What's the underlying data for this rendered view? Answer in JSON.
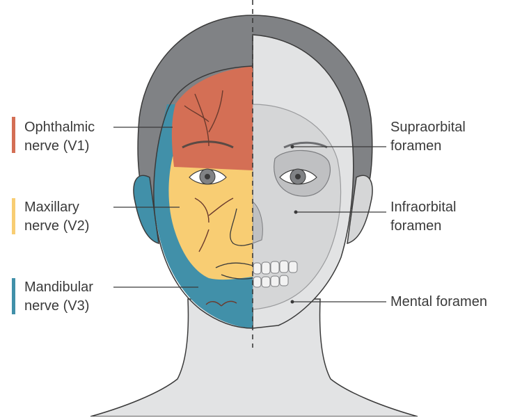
{
  "colors": {
    "ophthalmic": "#d46f55",
    "maxillary": "#f8cd73",
    "mandibular": "#4190a9",
    "hair": "#808285",
    "skin": "#e2e3e4",
    "skull": "#d5d6d7",
    "outline": "#3a3a3a"
  },
  "left_labels": {
    "ophthalmic": {
      "line1": "Ophthalmic",
      "line2": "nerve (V1)"
    },
    "maxillary": {
      "line1": "Maxillary",
      "line2": "nerve (V2)"
    },
    "mandibular": {
      "line1": "Mandibular",
      "line2": "nerve (V3)"
    }
  },
  "right_labels": {
    "supraorbital": {
      "line1": "Supraorbital",
      "line2": "foramen"
    },
    "infraorbital": {
      "line1": "Infraorbital",
      "line2": "foramen"
    },
    "mental": {
      "line1": "Mental foramen"
    }
  }
}
